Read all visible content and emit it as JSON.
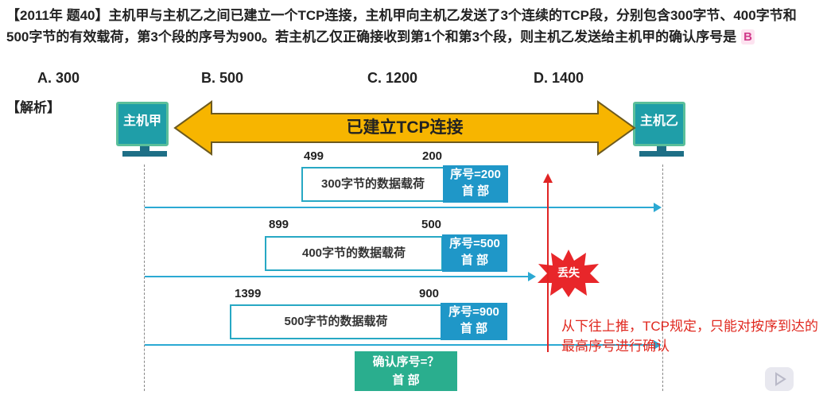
{
  "question": {
    "text": "【2011年 题40】主机甲与主机乙之间已建立一个TCP连接，主机甲向主机乙发送了3个连续的TCP段，分别包含300字节、400字节和500字节的有效载荷，第3个段的序号为900。若主机乙仅正确接收到第1个和第3个段，则主机乙发送给主机甲的确认序号是",
    "answer": "B"
  },
  "options": [
    "A. 300",
    "B. 500",
    "C. 1200",
    "D. 1400"
  ],
  "analysis_label": "【解析】",
  "diagram": {
    "host_a": "主机甲",
    "host_b": "主机乙",
    "connection_label": "已建立TCP连接",
    "segments": [
      {
        "end": "499",
        "start": "200",
        "payload": "300字节的数据载荷",
        "seq": "序号=200",
        "header": "首 部"
      },
      {
        "end": "899",
        "start": "500",
        "payload": "400字节的数据载荷",
        "seq": "序号=500",
        "header": "首 部"
      },
      {
        "end": "1399",
        "start": "900",
        "payload": "500字节的数据载荷",
        "seq": "序号=900",
        "header": "首 部"
      }
    ],
    "lost_label": "丢失",
    "ack": {
      "seq": "确认序号=？",
      "header": "首 部"
    },
    "note": "从下往上推，TCP规定，只能对按序到达的最高序号进行确认"
  },
  "colors": {
    "host": "#1f9ea8",
    "connection": "#f7b500",
    "header": "#1f97c8",
    "ack": "#2aae8e",
    "lost": "#e8262a",
    "note": "#e0281f"
  }
}
